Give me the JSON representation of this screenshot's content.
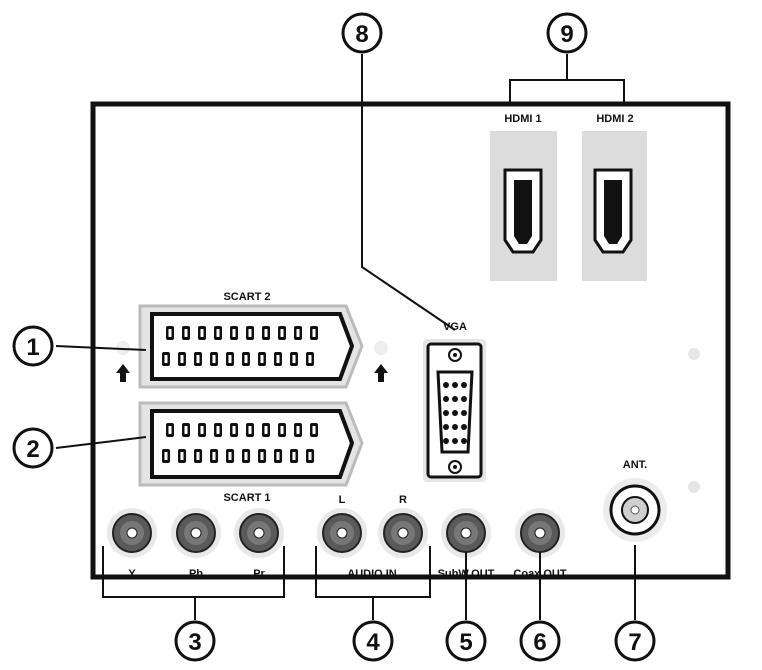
{
  "callouts": [
    "1",
    "2",
    "3",
    "4",
    "5",
    "6",
    "7",
    "8",
    "9"
  ],
  "labels": {
    "scart2": "SCART 2",
    "scart1": "SCART 1",
    "vga": "VGA",
    "hdmi1": "HDMI 1",
    "hdmi2": "HDMI 2",
    "ant": "ANT.",
    "audio_l": "L",
    "audio_r": "R",
    "audio_in": "AUDIO IN",
    "y": "Y",
    "pb": "Pb",
    "pr": "Pr",
    "subw_out": "SubW.OUT",
    "coax_out": "Coax.OUT"
  },
  "colors": {
    "line": "#111111",
    "panel_fill": "#ffffff",
    "port_fill": "#d8d8d8",
    "jack_fill": "#5a5a5a"
  }
}
